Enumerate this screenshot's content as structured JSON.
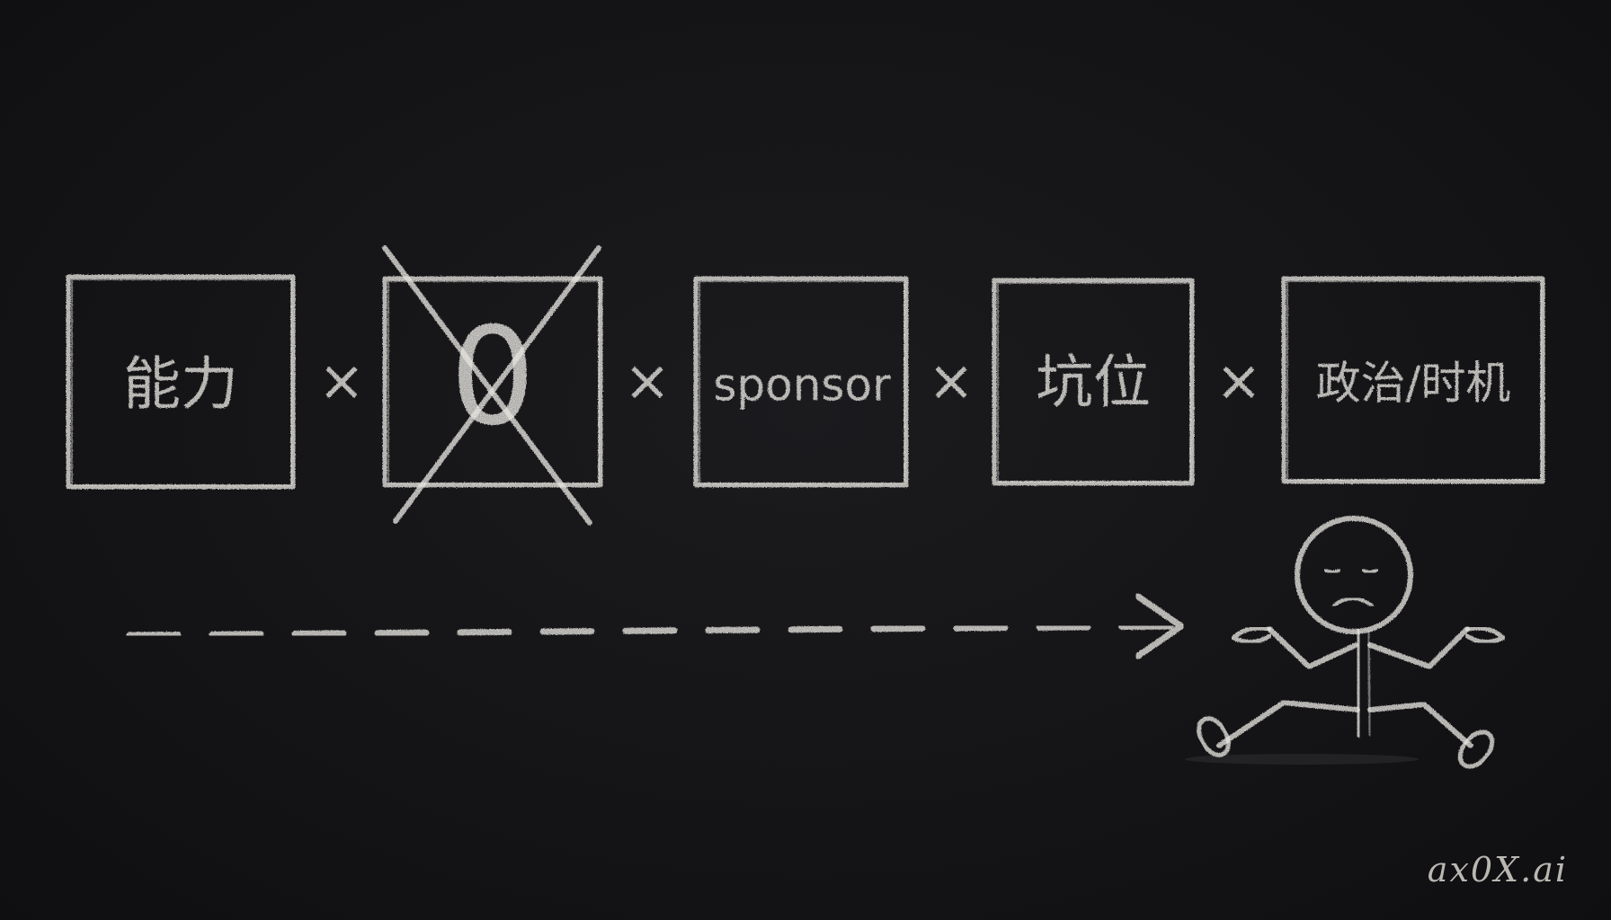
{
  "factors": [
    {
      "label": "能力",
      "crossed_out": false
    },
    {
      "label": "0",
      "crossed_out": true
    },
    {
      "label": "sponsor",
      "crossed_out": false
    },
    {
      "label": "坑位",
      "crossed_out": false
    },
    {
      "label": "政治/时机",
      "crossed_out": false
    }
  ],
  "operator": "×",
  "watermark": "ax0X.ai",
  "colors": {
    "background": "#131315",
    "chalk": "#e8e6e1"
  },
  "icons": {
    "arrow": "dashed-right-arrow",
    "figure": "sad-shrugging-stick-figure"
  }
}
